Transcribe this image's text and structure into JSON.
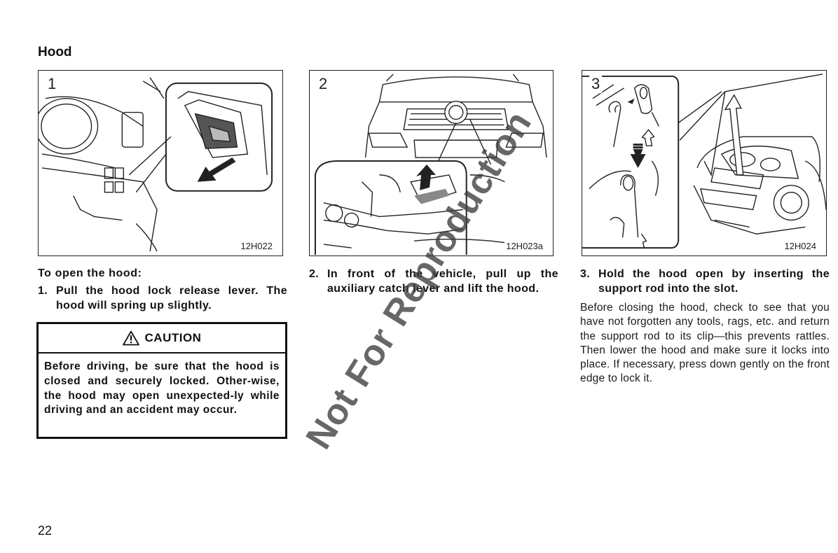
{
  "section_title": "Hood",
  "figures": [
    {
      "number": "1",
      "code": "12H022"
    },
    {
      "number": "2",
      "code": "12H023a"
    },
    {
      "number": "3",
      "code": "12H024"
    }
  ],
  "column1": {
    "heading": "To open the hood:",
    "step1_num": "1.",
    "step1_text": "Pull the hood lock release lever. The hood will spring up slightly."
  },
  "caution": {
    "title": "CAUTION",
    "body": "Before driving, be sure that the hood is closed and securely locked. Other-wise, the hood may open unexpected-ly while driving and an accident may occur."
  },
  "column2": {
    "step2_num": "2.",
    "step2_text": "In front of the vehicle, pull up the auxiliary catch lever and lift the hood."
  },
  "column3": {
    "step3_num": "3.",
    "step3_text": "Hold the hood open by inserting the support rod into the slot.",
    "paragraph": "Before closing the hood, check to see that you have not forgotten any tools, rags, etc. and return the support rod to its clip—this prevents rattles. Then lower the hood and make sure it locks into place. If necessary, press down gently on the front edge to lock it."
  },
  "watermark": "Not For Reproduction",
  "page_number": "22"
}
